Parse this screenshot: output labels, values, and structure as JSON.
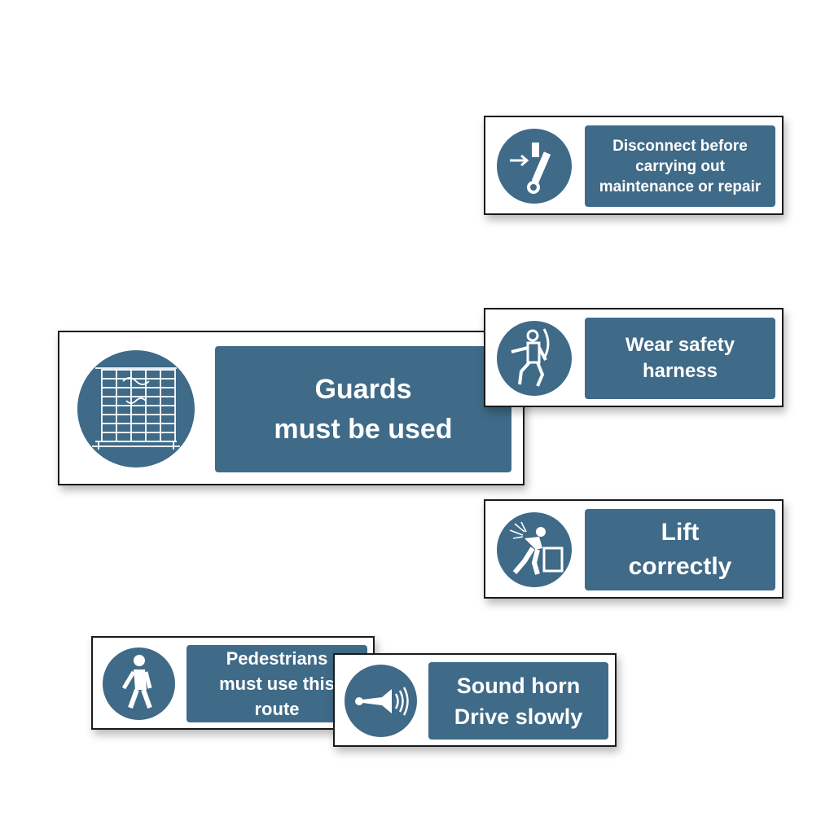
{
  "colors": {
    "sign_blue": "#3f6a88",
    "background": "#ffffff",
    "border": "#1a1a1a"
  },
  "signs": [
    {
      "id": "disconnect",
      "icon": "isolate-switch-icon",
      "text": "Disconnect before\ncarrying out\nmaintenance or repair"
    },
    {
      "id": "guards",
      "icon": "machine-guard-icon",
      "text": "Guards\nmust be used"
    },
    {
      "id": "harness",
      "icon": "safety-harness-icon",
      "text": "Wear safety\nharness"
    },
    {
      "id": "lift",
      "icon": "lifting-person-icon",
      "text": "Lift\ncorrectly"
    },
    {
      "id": "pedestrians",
      "icon": "walking-person-icon",
      "text": "Pedestrians\nmust use this\nroute"
    },
    {
      "id": "horn",
      "icon": "horn-icon",
      "text": "Sound horn\nDrive slowly"
    }
  ]
}
